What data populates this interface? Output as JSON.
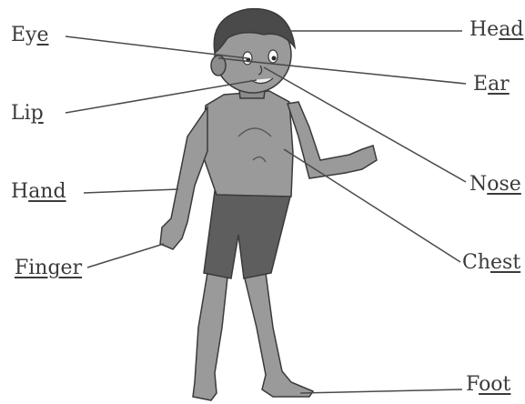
{
  "labels": {
    "eye": {
      "plain": "Ey",
      "underlined": "e"
    },
    "lip": {
      "plain": "Li",
      "underlined": "p"
    },
    "hand": {
      "plain": "H",
      "underlined": "and"
    },
    "finger": {
      "plain": "",
      "underlined": "Finger"
    },
    "head": {
      "plain": "He",
      "underlined": "ad"
    },
    "ear": {
      "plain": "E",
      "underlined": "ar"
    },
    "nose": {
      "plain": "N",
      "underlined": "ose"
    },
    "chest": {
      "plain": "Ch",
      "underlined": "est"
    },
    "foot": {
      "plain": "F",
      "underlined": "oot"
    }
  },
  "colors": {
    "skin": "#9a9a9a",
    "skin_shadow": "#7d7d7d",
    "hair": "#4a4a4a",
    "shorts": "#5e5e5e",
    "outline": "#3a3a3a",
    "leader_line": "#4a4a4a",
    "label_text": "#3b3b3b"
  }
}
